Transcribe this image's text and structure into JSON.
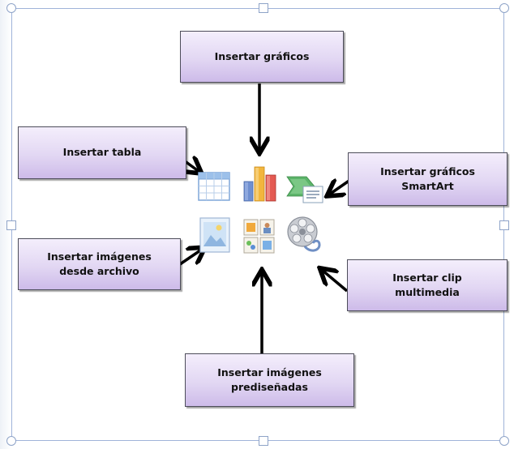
{
  "callouts": {
    "graficos": "Insertar gráficos",
    "tabla": "Insertar tabla",
    "smartart": "Insertar gráficos\nSmartArt",
    "imagenes_archivo": "Insertar imágenes\ndesde archivo",
    "clip_multimedia": "Insertar clip\nmultimedia",
    "imagenes_predisenadas": "Insertar  imágenes\nprediseñadas"
  },
  "icons": {
    "row1": [
      "table-icon",
      "chart-icon",
      "smartart-icon"
    ],
    "row2": [
      "picture-icon",
      "clip-art-icon",
      "media-clip-icon"
    ]
  },
  "colors": {
    "callout_top": "#f4eefc",
    "callout_bottom": "#cdbbe9",
    "frame_border": "#9fb3d9",
    "arrow": "#000000"
  }
}
